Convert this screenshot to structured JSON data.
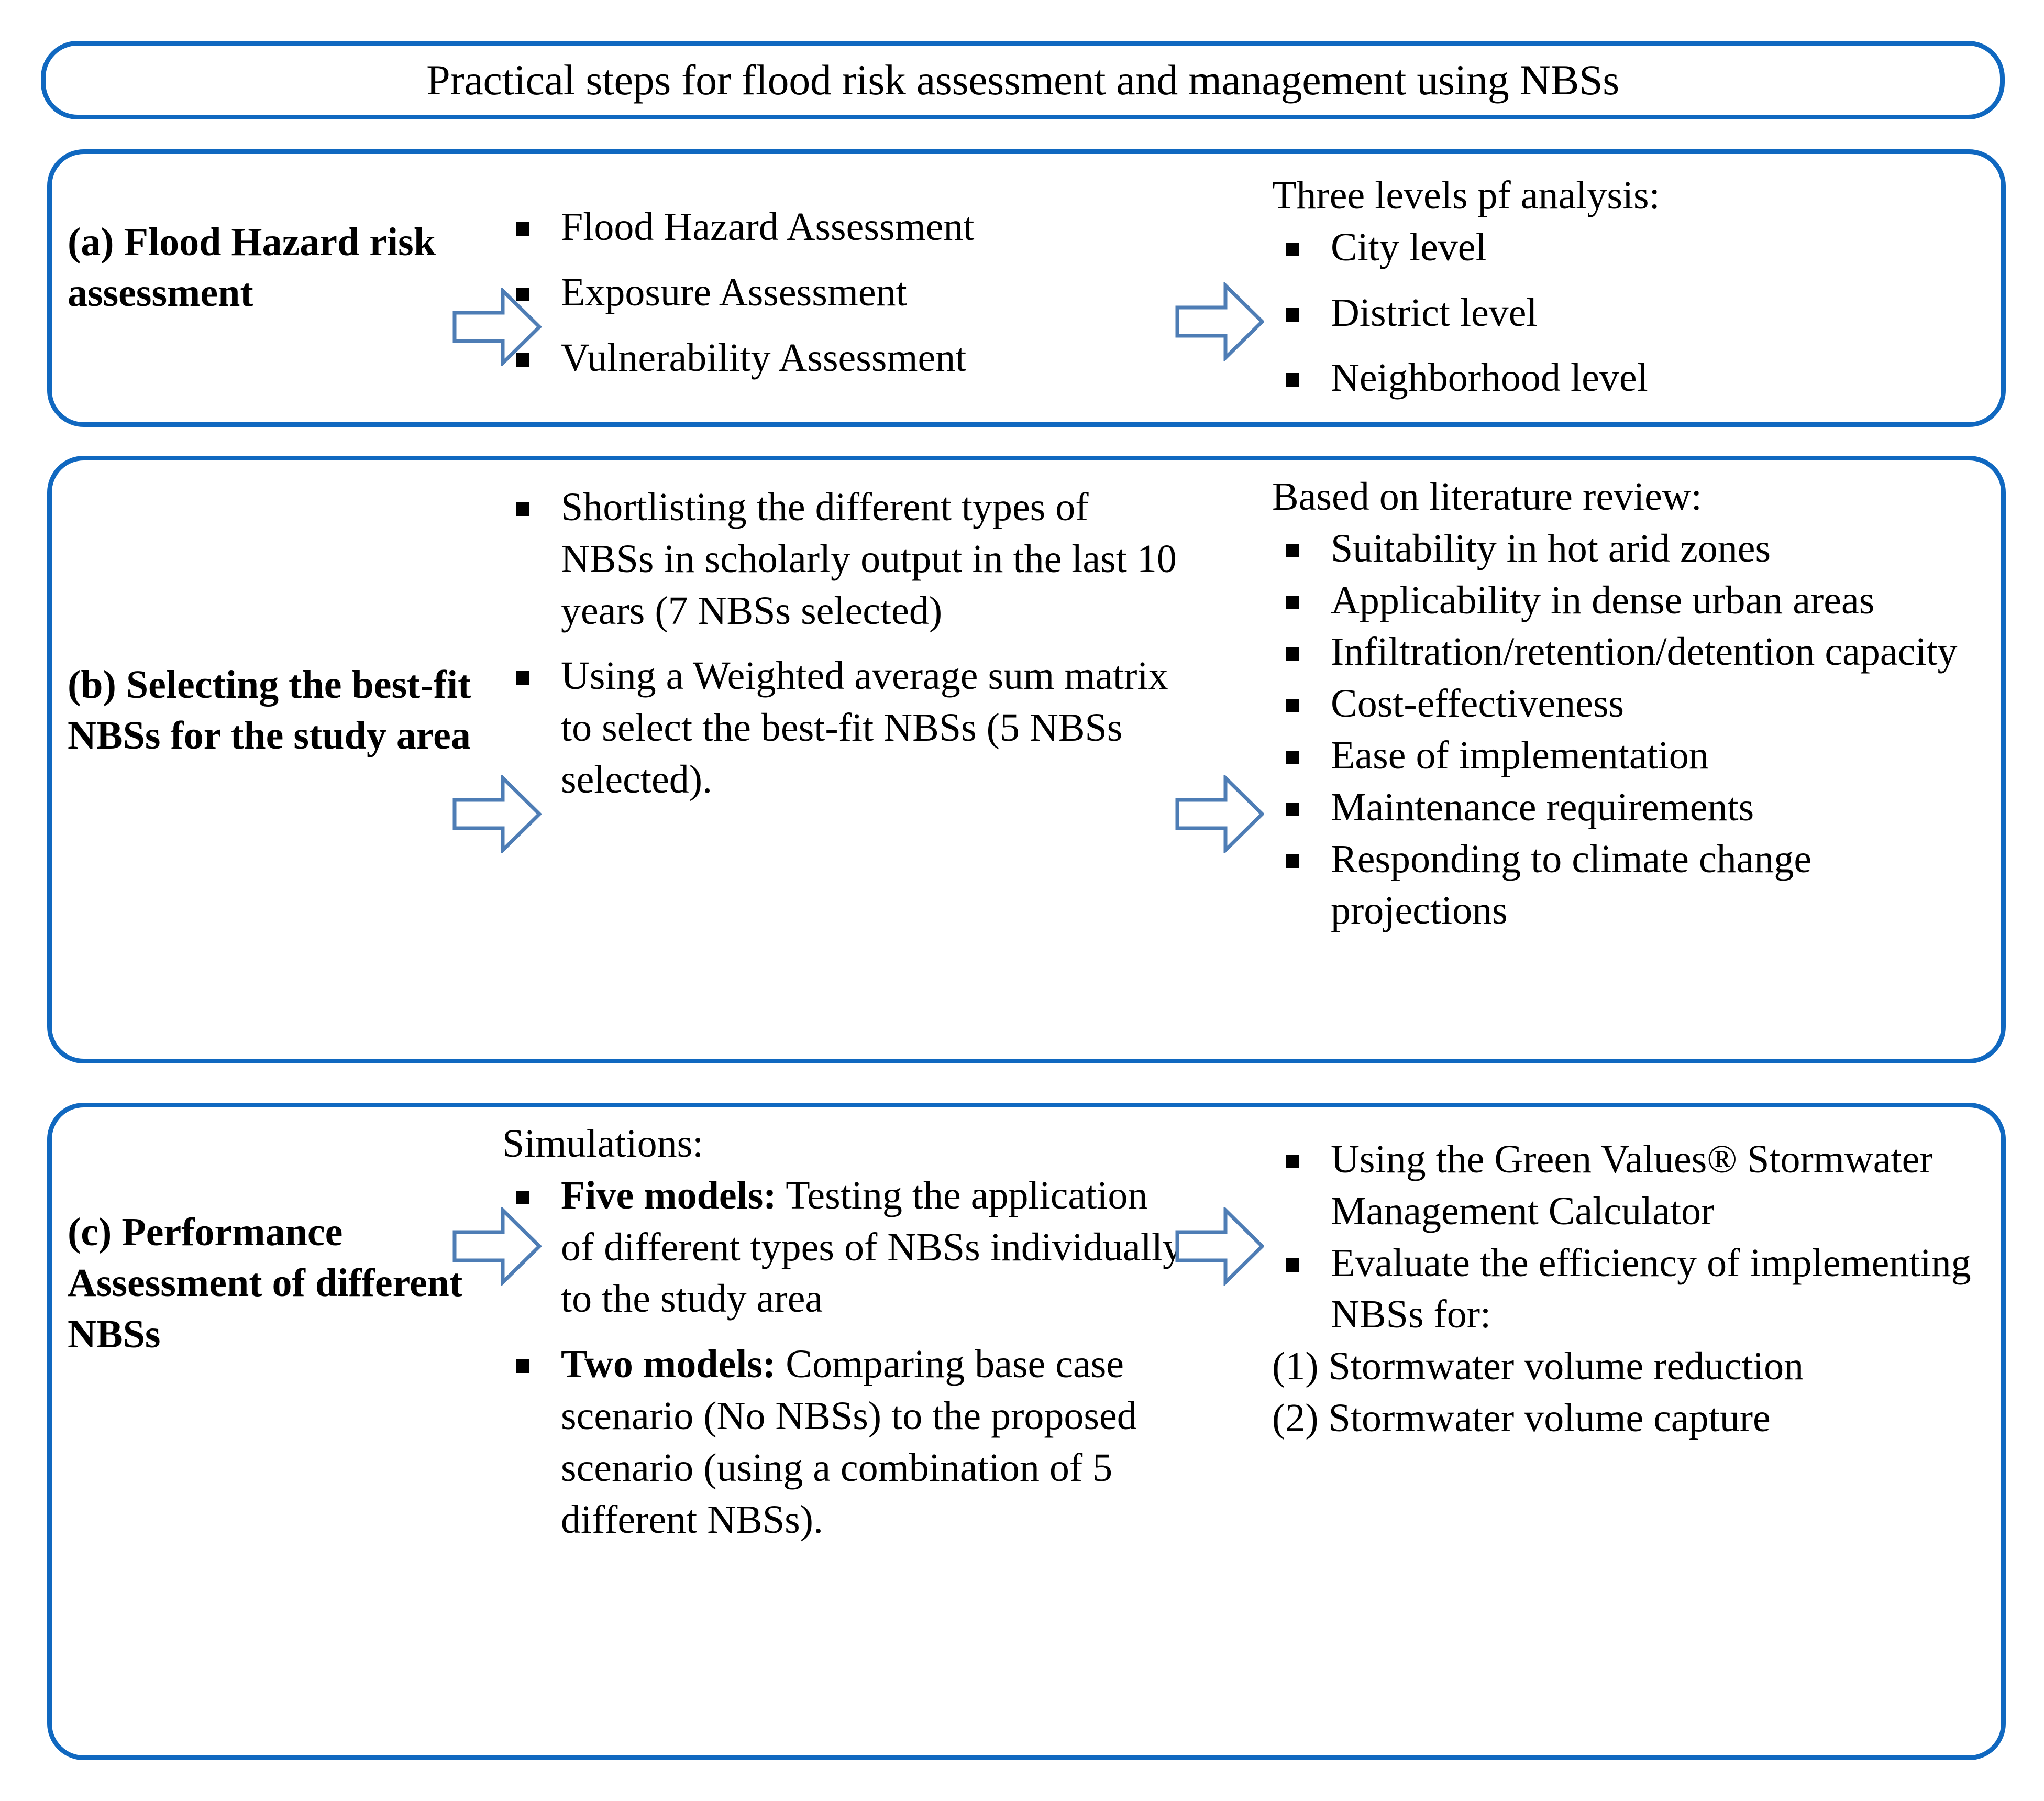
{
  "title": {
    "text": "Practical steps for flood risk assessment and management using NBSs"
  },
  "colors": {
    "box_border": "#1068c0",
    "arrow_stroke": "#4e7db5",
    "bullet": "#000000",
    "text": "#000000"
  },
  "sections": [
    {
      "id": "a",
      "heading": "(a) Flood Hazard risk assessment",
      "middle": {
        "lead": "",
        "bullets": [
          "Flood Hazard Assessment",
          "Exposure Assessment",
          "Vulnerability Assessment"
        ]
      },
      "right": {
        "lead": "Three levels pf analysis:",
        "bullets": [
          "City level",
          "District level",
          "Neighborhood level"
        ]
      },
      "arrows": [
        "arrow-a-1",
        "arrow-a-2"
      ]
    },
    {
      "id": "b",
      "heading": "(b) Selecting the best-fit NBSs for the study area",
      "middle": {
        "lead": "",
        "bullets": [
          "Shortlisting the different types of NBSs in scholarly output in the last 10 years (7 NBSs selected)",
          "Using a Weighted average sum matrix to select the best-fit NBSs (5 NBSs selected)."
        ]
      },
      "right": {
        "lead": "Based on literature review:",
        "bullets": [
          "Suitability in hot arid zones",
          "Applicability in dense urban areas",
          "Infiltration/retention/detention capacity",
          "Cost-effectiveness",
          "Ease of implementation",
          "Maintenance requirements",
          "Responding to climate change projections"
        ]
      },
      "arrows": [
        "arrow-b-1",
        "arrow-b-2"
      ]
    },
    {
      "id": "c",
      "heading": "(c) Performance Assessment of different NBSs",
      "middle": {
        "lead": "Simulations:",
        "bullets": [
          {
            "bold": "Five models:",
            "rest": " Testing the application of different types of NBSs individually to the study area"
          },
          {
            "bold": "Two models:",
            "rest": " Comparing base case scenario (No NBSs) to the proposed scenario (using a combination of 5 different NBSs)."
          }
        ]
      },
      "right": {
        "lead": "",
        "bullets": [
          "Using the Green Values® Stormwater Management Calculator",
          "Evaluate the efficiency of implementing NBSs for:"
        ],
        "numbered": [
          "(1) Stormwater volume reduction",
          "(2) Stormwater volume capture"
        ]
      },
      "arrows": [
        "arrow-c-1",
        "arrow-c-2"
      ]
    }
  ]
}
